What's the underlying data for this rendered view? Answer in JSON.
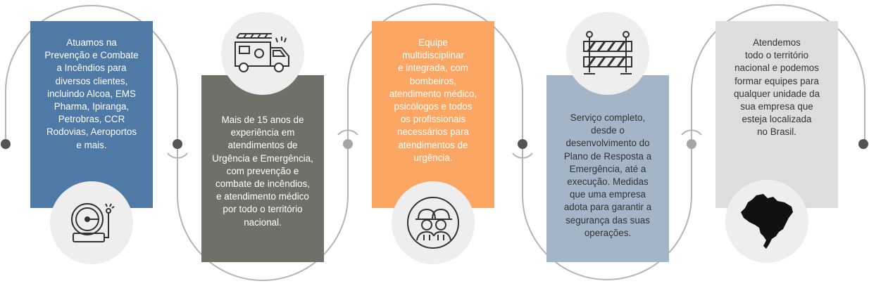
{
  "colors": {
    "card_1": "#4f7aa6",
    "card_2": "#707068",
    "card_3": "#fba663",
    "card_4": "#a5b5c8",
    "card_5": "#dddddd",
    "connector_line": "#b4b4b4",
    "node_dot": "#555555",
    "icon_circle": "#eeeeee"
  },
  "steps": [
    {
      "text": "Atuamos na\nPrevenção e Combate\na Incêndios para\ndiversos clientes,\nincluindo Alcoa, EMS\nPharma, Ipiranga,\nPetrobras, CCR\nRodovias, Aeroportos\ne mais.",
      "icon": "fire-alarm-bell-icon"
    },
    {
      "text": "Mais de 15 anos de\nexperiência em\natendimentos de\nUrgência e Emergência,\ncom prevenção e\ncombate de incêndios,\ne atendimento médico\npor todo o território\nnacional.",
      "icon": "fire-truck-icon"
    },
    {
      "text": "Equipe\nmultidisciplinar\ne integrada, com\nbombeiros,\natendimento médico,\npsicólogos e todos\nos profissionais\nnecessários para\natendimentos de\nurgência.",
      "icon": "firefighters-team-icon"
    },
    {
      "text": "Serviço completo,\ndesde o\ndesenvolvimento do\nPlano de Resposta a\nEmergência, até a\nexecução. Medidas\nque uma empresa\nadota para garantir a\nsegurança das suas\noperações.",
      "icon": "road-barrier-icon"
    },
    {
      "text": "Atendemos\ntodo o território\nnacional e podemos\nformar equipes para\nqualquer unidade da\nsua empresa que\nesteja localizada\nno Brasil.",
      "icon": "brazil-map-icon"
    }
  ]
}
